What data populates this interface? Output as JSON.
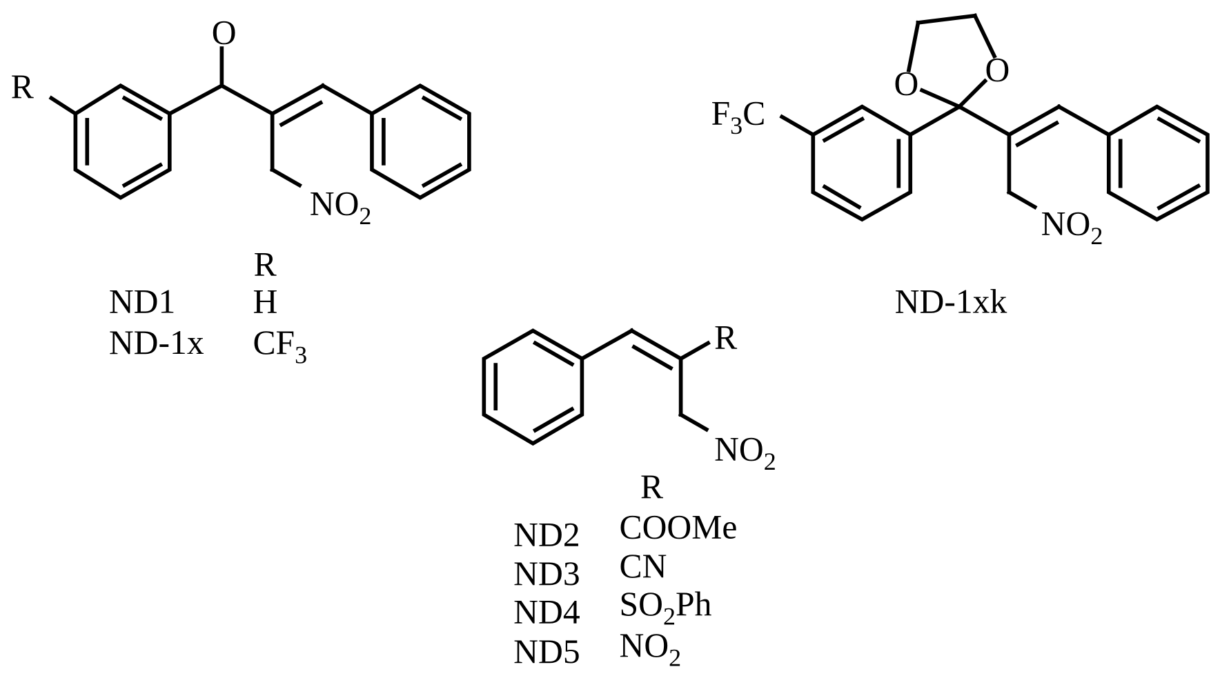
{
  "compound1": {
    "substituent_atom": "R",
    "carbonyl_oxygen": "O",
    "nitro": {
      "main": "NO",
      "sub": "2"
    },
    "table_header": "R",
    "rows": [
      {
        "name": "ND1",
        "r": {
          "main": "H",
          "sub": ""
        }
      },
      {
        "name": "ND-1x",
        "r": {
          "main": "CF",
          "sub": "3"
        }
      }
    ]
  },
  "compound2": {
    "substituent": {
      "pre": "F",
      "sub": "3",
      "post": "C"
    },
    "oxygen_left": "O",
    "oxygen_right": "O",
    "nitro": {
      "main": "NO",
      "sub": "2"
    },
    "name": "ND-1xk"
  },
  "compound3": {
    "substituent_atom": "R",
    "nitro": {
      "main": "NO",
      "sub": "2"
    },
    "table_header": "R",
    "rows": [
      {
        "name": "ND2",
        "r": {
          "main": "COOMe",
          "sub": "",
          "post": ""
        }
      },
      {
        "name": "ND3",
        "r": {
          "main": "CN",
          "sub": "",
          "post": ""
        }
      },
      {
        "name": "ND4",
        "r": {
          "main": "SO",
          "sub": "2",
          "post": "Ph"
        }
      },
      {
        "name": "ND5",
        "r": {
          "main": "NO",
          "sub": "2",
          "post": ""
        }
      }
    ]
  }
}
